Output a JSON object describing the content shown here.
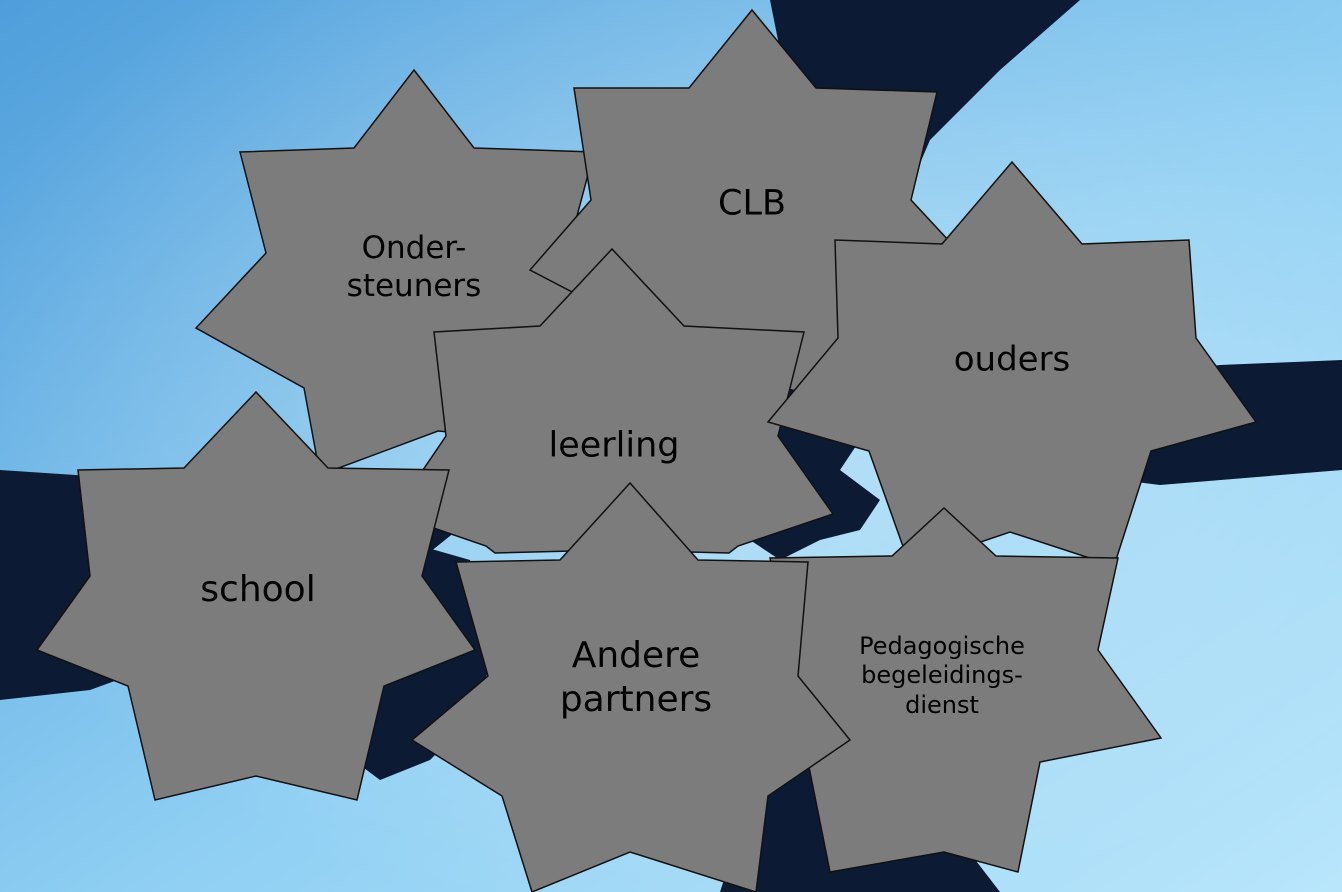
{
  "background": {
    "sky_top": "#4f9edb",
    "sky_bottom": "#b9e6fb",
    "silhouette": "#0d1a33"
  },
  "star_fill": "#7c7c7c",
  "star_stroke": "#111111",
  "stars": {
    "ondersteuners": {
      "label": "Onder-\nsteuners"
    },
    "clb": {
      "label": "CLB"
    },
    "ouders": {
      "label": "ouders"
    },
    "leerling": {
      "label": "leerling"
    },
    "school": {
      "label": "school"
    },
    "andere": {
      "label": "Andere\npartners"
    },
    "pbd": {
      "label": "Pedagogische\nbegeleidings-\ndienst"
    }
  }
}
